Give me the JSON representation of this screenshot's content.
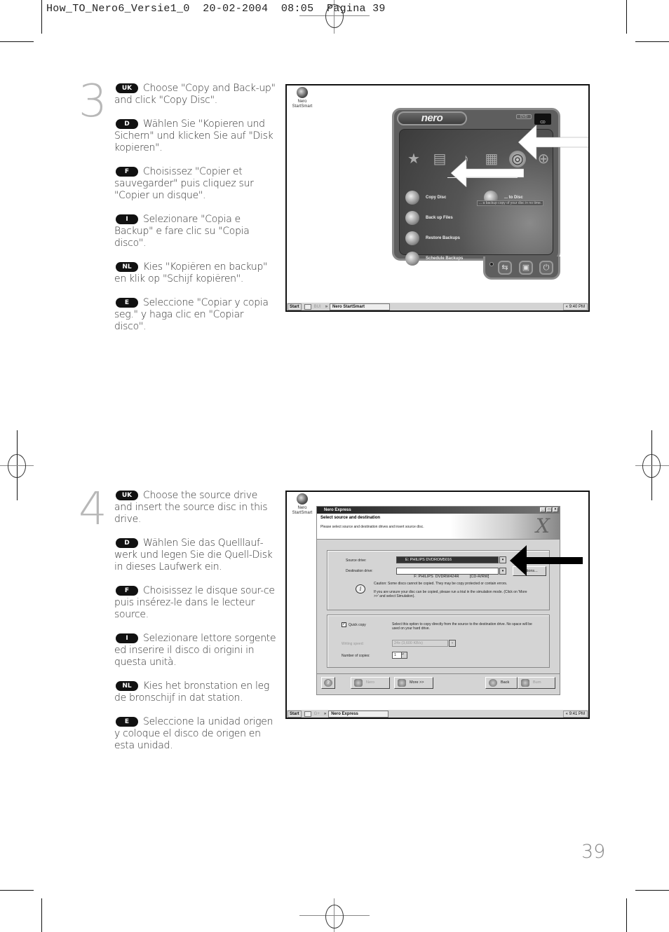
{
  "slug": {
    "filename": "How_TO_Nero6_Versie1_0",
    "date": "20-02-2004",
    "time": "08:05",
    "page_label": "Pagina 39"
  },
  "page_number": "39",
  "steps": [
    {
      "number": "3",
      "instructions": [
        {
          "lang": "UK",
          "text": "Choose \"Copy and Back-up\" and click \"Copy Disc\"."
        },
        {
          "lang": "D",
          "text": "Wählen Sie \"Kopieren und Sichern\" und klicken Sie auf \"Disk kopieren\"."
        },
        {
          "lang": "F",
          "text": "Choisissez \"Copier et sauvegarder\" puis cliquez sur \"Copier un disque\"."
        },
        {
          "lang": "I",
          "text": "Selezionare \"Copia e Backup\" e fare clic su \"Copia disco\"."
        },
        {
          "lang": "NL",
          "text": "Kies \"Kopiëren en backup\" en klik op \"Schijf kopiëren\"."
        },
        {
          "lang": "E",
          "text": "Seleccione \"Copiar y copia seg.\" y haga clic en \"Copiar disco\"."
        }
      ],
      "screenshot": {
        "desktop_icon": {
          "line1": "Nero",
          "line2": "StartSmart"
        },
        "app": {
          "logo": "nero",
          "media_dvd": "DVD",
          "media_cd": "CD",
          "category_icons": [
            "star-icon",
            "document-icon",
            "music-note-icon",
            "video-photo-icon",
            "copy-backup-icon",
            "extras-plus-icon"
          ],
          "category_glyphs": [
            "★",
            "▤",
            "♪",
            "▦",
            "◎",
            "⊕"
          ],
          "selected_category": "Copy and Backup",
          "items": [
            "Copy Disc",
            "Back up Files",
            "Restore Backups",
            "Schedule Backups"
          ],
          "burn_item": "... to Disc",
          "tooltip": "... a backup copy of your disc in no time.",
          "bottom_buttons": [
            "⇆",
            "▣",
            "⏻"
          ]
        },
        "taskbar": {
          "start": "Start",
          "quicklaunch_extra": "BUI",
          "chevron": "»",
          "task": "Nero StartSmart",
          "tray": "« 9:40 PM"
        }
      }
    },
    {
      "number": "4",
      "instructions": [
        {
          "lang": "UK",
          "text": "Choose the source drive and insert the source disc in this drive."
        },
        {
          "lang": "D",
          "text": "Wählen Sie das Quelllauf-werk und legen Sie die Quell-Disk in dieses Laufwerk ein."
        },
        {
          "lang": "F",
          "text": "Choisissez le disque sour-ce puis insérez-le dans le lecteur source."
        },
        {
          "lang": "I",
          "text": "Selezionare lettore sorgente ed inserire il disco di origini in questa unità."
        },
        {
          "lang": "NL",
          "text": "Kies het bronstation en leg de bronschijf in dat station."
        },
        {
          "lang": "E",
          "text": "Seleccione la unidad origen y coloque el disco de origen en esta unidad."
        }
      ],
      "screenshot": {
        "desktop_icon": {
          "line1": "Nero",
          "line2": "StartSmart"
        },
        "dialog": {
          "title": "Nero Express",
          "window_buttons": [
            "_",
            "□",
            "×"
          ],
          "heading": "Select source and destination",
          "subheading": "Please select source and destination drives and insert source disc.",
          "source_label": "Source drive:",
          "source_value": "E: PHILIPS  DVDROM5016",
          "destination_label": "Destination drive:",
          "destination_value": "F: PHILIPS  DVDRW424R          [CD-R/RW]",
          "options_button": "Options...",
          "caution": "Caution: Some discs cannot be copied. They may be copy protected or contain errors.",
          "hint": "If you are unsure your disc can be copied, please run a trial in the simulation mode. (Click on 'More >>' and select Simulation).",
          "quick_copy_label": "Quick copy",
          "quick_copy_checked": true,
          "quick_copy_desc": "Select this option to copy directly from the source to the destination drive. No space will be used on your hard drive.",
          "writing_speed_label": "Writing speed:",
          "writing_speed_value": "24x (3,600 KB/s)",
          "copies_label": "Number of copies:",
          "copies_value": "1",
          "buttons": {
            "help": "?",
            "nero": "Nero",
            "more": "More >>",
            "back": "Back",
            "burn": "Burn"
          }
        },
        "taskbar": {
          "start": "Start",
          "quicklaunch_extra": "G+",
          "chevron": "»",
          "task": "Nero Express",
          "tray": "« 9:41 PM"
        }
      }
    }
  ]
}
